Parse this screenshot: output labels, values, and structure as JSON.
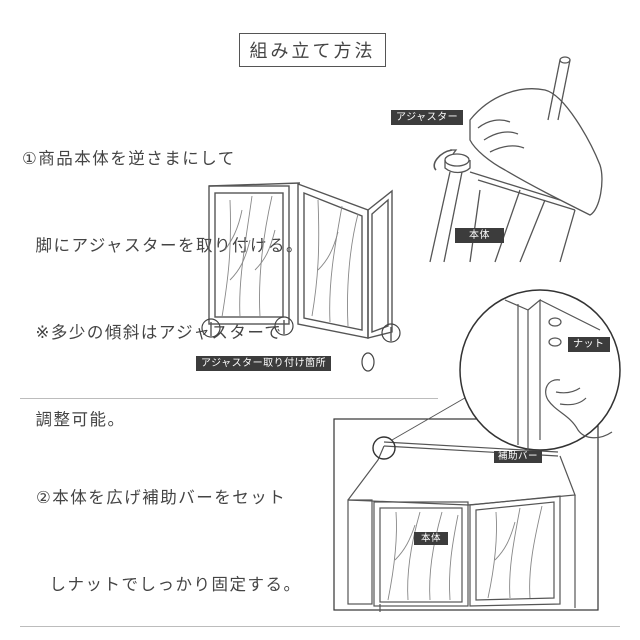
{
  "title": "組み立て方法",
  "step1": {
    "lines": [
      "①商品本体を逆さまにして",
      "  脚にアジャスターを取り付ける。",
      "  ※多少の傾斜はアジャスターで",
      "  調整可能。"
    ],
    "labels": {
      "adjuster": "アジャスター",
      "body": "本体",
      "mount_points": "アジャスター取り付け箇所"
    }
  },
  "step2": {
    "lines": [
      "②本体を広げ補助バーをセット",
      "  しナットでしっかり固定する。"
    ],
    "labels": {
      "nut": "ナット",
      "support_bar": "補助バー",
      "body": "本体"
    }
  }
}
